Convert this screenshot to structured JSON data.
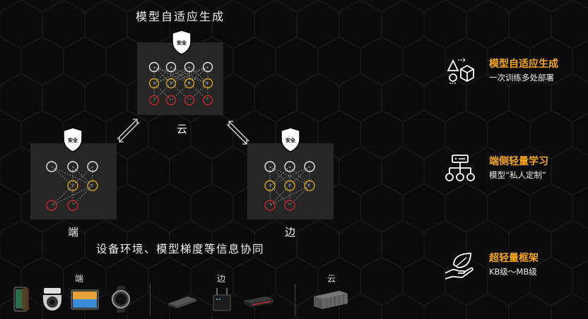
{
  "diagram": {
    "title": "模型自适应生成",
    "caption": "设备环境、模型梯度等信息协同",
    "nodes": {
      "cloud": {
        "label": "云",
        "shield_text": "安全"
      },
      "device": {
        "label": "端",
        "shield_text": "安全"
      },
      "edge": {
        "label": "边",
        "shield_text": "安全"
      }
    }
  },
  "features": [
    {
      "title": "模型自适应生成",
      "desc": "一次训练多处部署",
      "icon": "cube-shapes-icon"
    },
    {
      "title": "端侧轻量学习",
      "desc": "模型“私人定制”",
      "icon": "hierarchy-tree-icon"
    },
    {
      "title": "超轻量框架",
      "desc": "KB级～MB级",
      "icon": "hand-leaf-icon"
    }
  ],
  "device_categories": [
    {
      "label": "端",
      "devices": [
        "smartphone",
        "dome-camera",
        "tablet",
        "smartwatch"
      ]
    },
    {
      "label": "边",
      "devices": [
        "gpu-card",
        "edge-router",
        "edge-server"
      ]
    },
    {
      "label": "云",
      "devices": [
        "server-rack"
      ]
    }
  ],
  "colors": {
    "accent": "#f5a623",
    "white_node": "#e8e8e8",
    "yellow_node": "#d4a21a",
    "red_node": "#c0262a",
    "panel": "#262626"
  }
}
